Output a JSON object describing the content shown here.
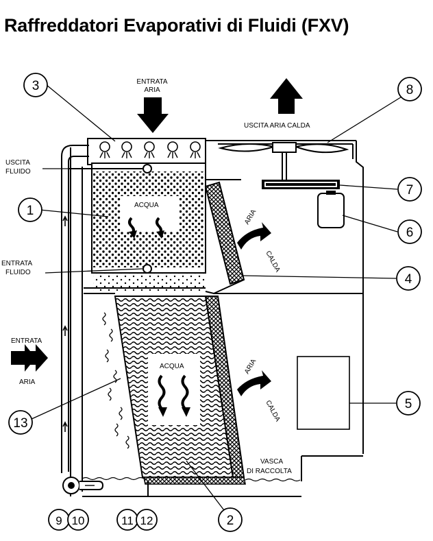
{
  "title": "Raffreddatori Evaporativi di Fluidi (FXV)",
  "labels": {
    "entrata_aria_top_1": "ENTRATA",
    "entrata_aria_top_2": "ARIA",
    "uscita_aria_calda": "USCITA ARIA CALDA",
    "uscita_fluido_1": "USCITA",
    "uscita_fluido_2": "FLUIDO",
    "entrata_fluido_1": "ENTRATA",
    "entrata_fluido_2": "FLUIDO",
    "acqua_upper": "ACQUA",
    "acqua_lower": "ACQUA",
    "aria_upper": "ARIA",
    "calda_upper": "CALDA",
    "aria_lower": "ARIA",
    "calda_lower": "CALDA",
    "entrata_aria_left_1": "ENTRATA",
    "entrata_aria_left_2": "ARIA",
    "vasca_1": "VASCA",
    "vasca_2": "DI RACCOLTA"
  },
  "callouts": [
    "1",
    "2",
    "3",
    "4",
    "5",
    "6",
    "7",
    "8",
    "9",
    "10",
    "11",
    "12",
    "13"
  ],
  "icons": [
    "down-arrow-icon",
    "up-arrow-icon",
    "right-arrow-icon",
    "curved-arrow-icon",
    "spray-nozzle-icon",
    "pump-icon",
    "fan-icon",
    "motor-icon"
  ],
  "colors": {
    "ink": "#000000",
    "paper": "#ffffff"
  }
}
